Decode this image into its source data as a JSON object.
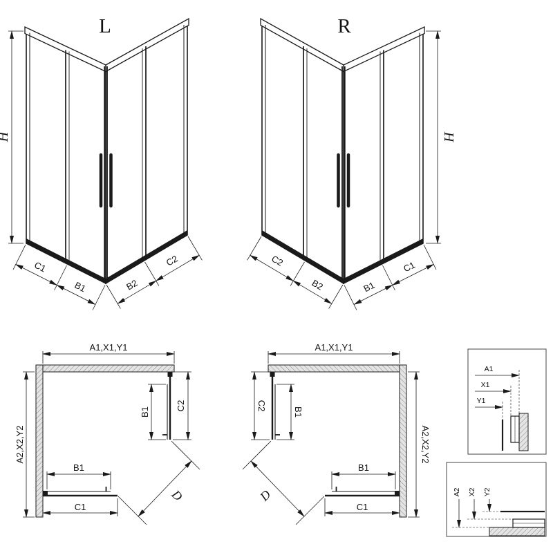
{
  "page": {
    "background": "#ffffff",
    "line_color": "#1a1a1a"
  },
  "iso_left": {
    "variant": "L",
    "height": "H",
    "chain": {
      "c1": "C1",
      "b1": "B1",
      "b2": "B2",
      "c2": "C2"
    }
  },
  "iso_right": {
    "variant": "R",
    "height": "H",
    "chain": {
      "c2": "C2",
      "b2": "B2",
      "b1": "B1",
      "c1": "C1"
    }
  },
  "plan_left": {
    "width_dim": "A1,X1,Y1",
    "depth_dim": "A2,X2,Y2",
    "side_door": "B1",
    "side_panel": "C2",
    "front_door": "B1",
    "front_panel": "C1",
    "entry": "D"
  },
  "plan_right": {
    "width_dim": "A1,X1,Y1",
    "depth_dim": "A2,X2,Y2",
    "side_door": "B1",
    "side_panel": "C2",
    "front_door": "B1",
    "front_panel": "C1",
    "entry": "D"
  },
  "detail_top": {
    "a1": "A1",
    "x1": "X1",
    "y1": "Y1"
  },
  "detail_bottom": {
    "a2": "A2",
    "x2": "X2",
    "y2": "Y2"
  }
}
